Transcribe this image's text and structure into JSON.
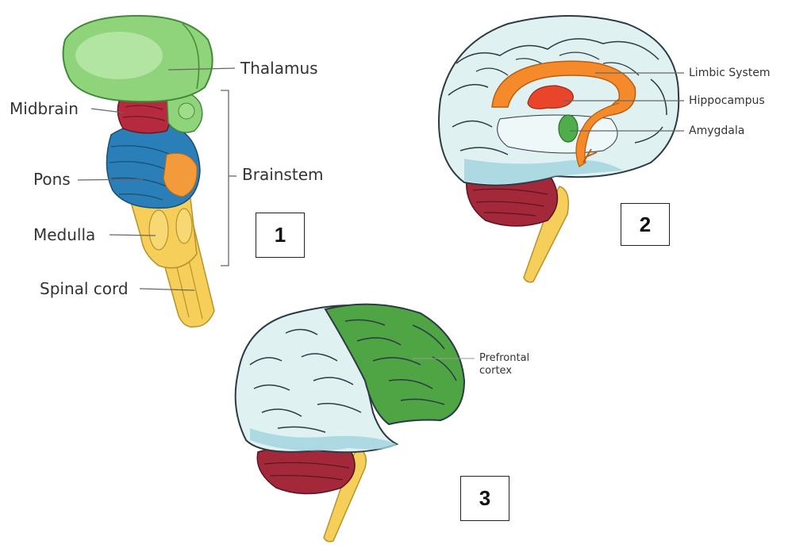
{
  "figure1": {
    "labels": {
      "thalamus": "Thalamus",
      "midbrain": "Midbrain",
      "pons": "Pons",
      "medulla": "Medulla",
      "spinal_cord": "Spinal cord",
      "brainstem": "Brainstem"
    },
    "number": "1"
  },
  "figure2": {
    "labels": {
      "limbic_system": "Limbic System",
      "hippocampus": "Hippocampus",
      "amygdala": "Amygdala"
    },
    "number": "2"
  },
  "figure3": {
    "labels": {
      "prefrontal_line1": "Prefrontal",
      "prefrontal_line2": "cortex"
    },
    "number": "3"
  },
  "colors": {
    "thalamus": "#8fd47a",
    "midbrain": "#b52a3f",
    "pons": "#2a7fb8",
    "brainstem_orange": "#f39a3b",
    "spinal": "#f5cf5a",
    "cortex": "#dff1f1",
    "cortex_outline": "#2b3a44",
    "cerebellum": "#a3283a",
    "limbic": "#f58a2a",
    "hippocampus": "#e8452a",
    "amygdala": "#4fae4b",
    "prefrontal": "#4fa544"
  }
}
